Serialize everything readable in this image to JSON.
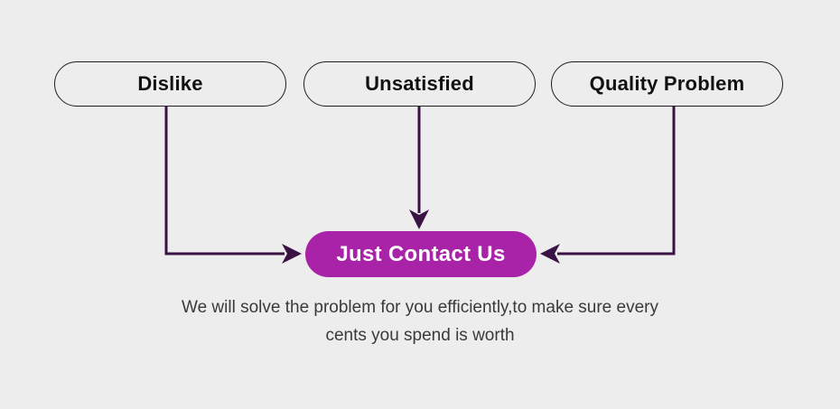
{
  "diagram": {
    "title_context": "customer service flow",
    "nodes": [
      {
        "label": "Dislike"
      },
      {
        "label": "Unsatisfied"
      },
      {
        "label": "Quality Problem"
      }
    ],
    "cta": {
      "label": "Just Contact Us"
    },
    "caption": {
      "line1": "We will solve the problem for you efficiently,to make sure every",
      "line2": "cents you spend is worth"
    },
    "colors": {
      "background": "#ededee",
      "arrow": "#3a1243",
      "node_border": "#1f1f1f",
      "node_text": "#111111",
      "cta_background": "#a923a8",
      "cta_text": "#ffffff",
      "caption_text": "#3a3a3a"
    }
  }
}
